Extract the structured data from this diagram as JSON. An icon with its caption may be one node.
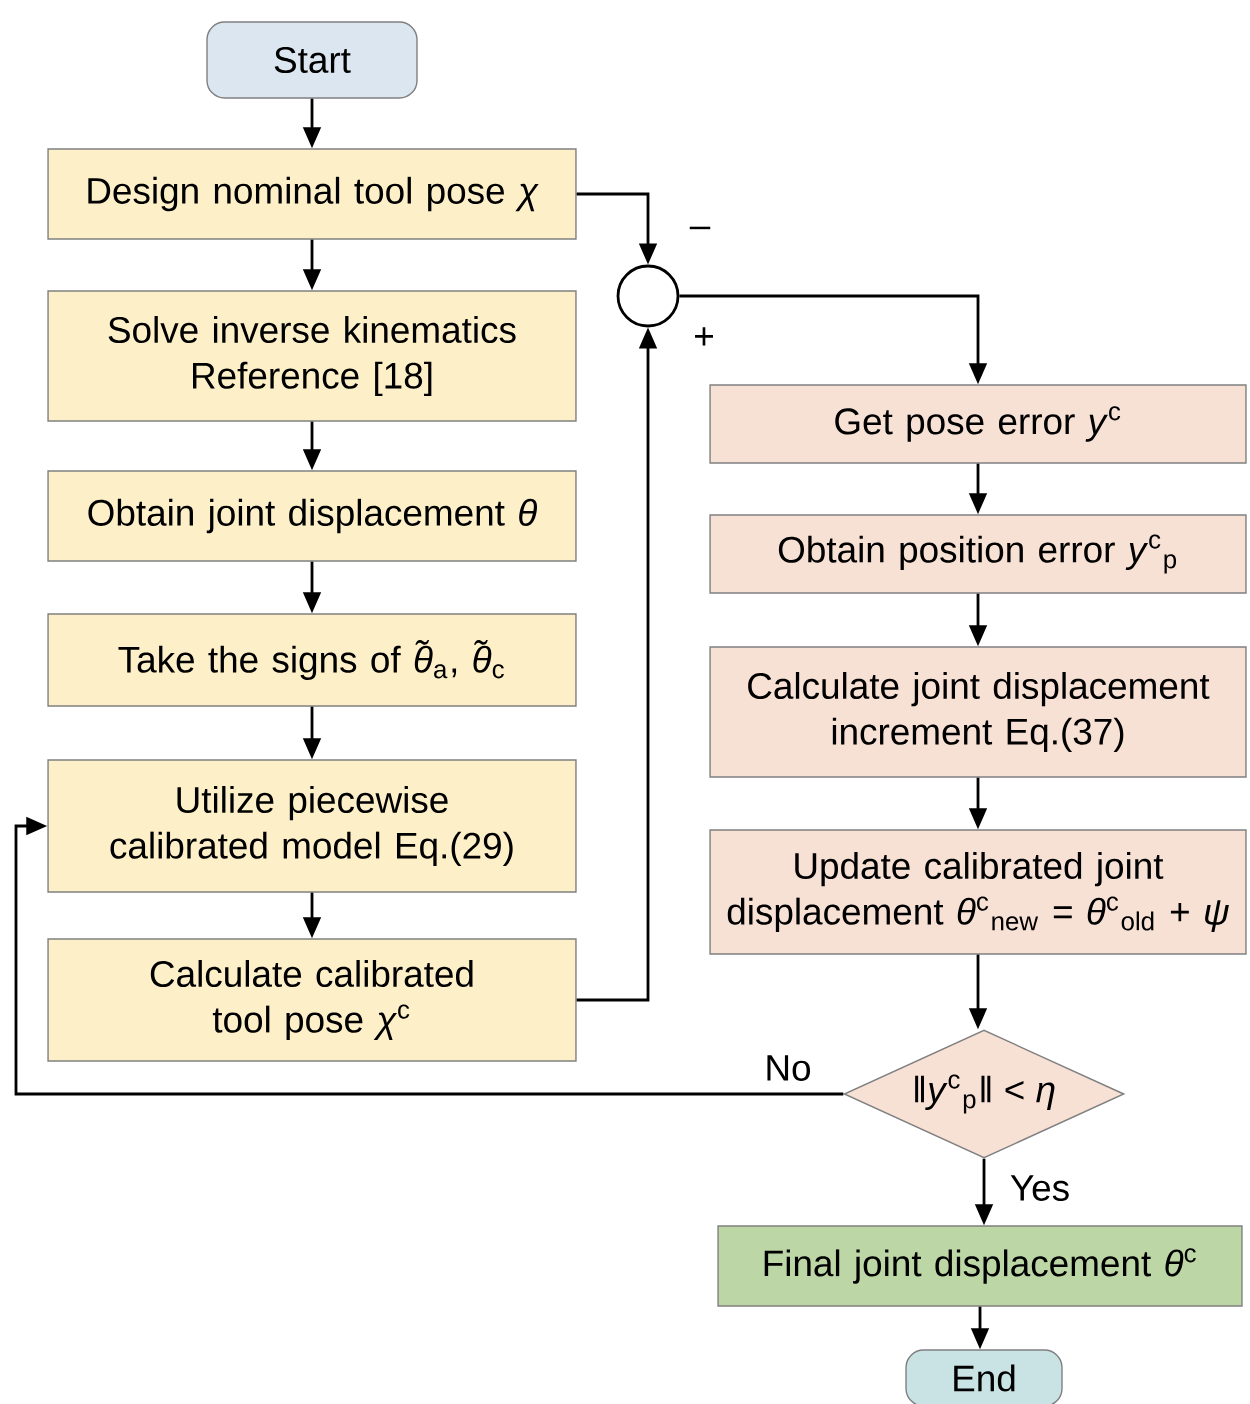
{
  "diagram": {
    "nodes": [
      {
        "text": [
          "Start"
        ]
      },
      {
        "text": [
          "Design nominal tool pose *χ*"
        ]
      },
      {
        "text": [
          "Solve inverse kinematics Reference [18]"
        ]
      },
      {
        "text": [
          "Obtain joint displacement *θ*"
        ]
      },
      {
        "text": [
          "Take the signs of *θ̃*$_{a}$, *θ̃*$_{c}$"
        ]
      },
      {
        "text": [
          "Utilize piecewise calibrated model Eq.(29)"
        ]
      },
      {
        "text": [
          "Calculate calibrated tool pose *χ*$^{c}$"
        ]
      },
      {
        "text": [],
        "shape": "circle"
      },
      {
        "text": [
          "Get pose error *y*$^{c}$"
        ]
      },
      {
        "text": [
          "Obtain position error *y*$^{c}$$_{p}$"
        ]
      },
      {
        "text": [
          "Calculate joint displacement increment Eq.(37)"
        ]
      },
      {
        "text": [
          "Update calibrated joint displacement *θ*$^{c}$$_{new}$ = *θ*$^{c}$$_{old}$ + *ψ*"
        ]
      },
      {
        "text": [
          "‖*y*$^{c}$$_{p}$‖ < *η*"
        ]
      },
      {
        "text": [
          "Final joint displacement *θ*$^{c}$"
        ]
      },
      {
        "text": [
          "End"
        ]
      }
    ],
    "edges": [
      {
        "from": 0,
        "to": 1,
        "arrow": "to"
      },
      {
        "from": 1,
        "to": 2,
        "arrow": "to"
      },
      {
        "from": 2,
        "to": 3,
        "arrow": "to"
      },
      {
        "from": 3,
        "to": 4,
        "arrow": "to"
      },
      {
        "from": 4,
        "to": 5,
        "arrow": "to"
      },
      {
        "from": 5,
        "to": 6,
        "arrow": "to"
      },
      {
        "from": 1,
        "to": 7,
        "arrow": "to",
        "label": "–"
      },
      {
        "from": 6,
        "to": 7,
        "arrow": "to",
        "label": "+"
      },
      {
        "from": 7,
        "to": 8,
        "arrow": "to"
      },
      {
        "from": 8,
        "to": 9,
        "arrow": "to"
      },
      {
        "from": 9,
        "to": 10,
        "arrow": "to"
      },
      {
        "from": 10,
        "to": 11,
        "arrow": "to"
      },
      {
        "from": 11,
        "to": 12,
        "arrow": "to"
      },
      {
        "from": 12,
        "to": 5,
        "arrow": "to",
        "label": "No"
      },
      {
        "from": 12,
        "to": 13,
        "arrow": "to",
        "label": "Yes"
      },
      {
        "from": 13,
        "to": 14,
        "arrow": "to"
      }
    ]
  }
}
